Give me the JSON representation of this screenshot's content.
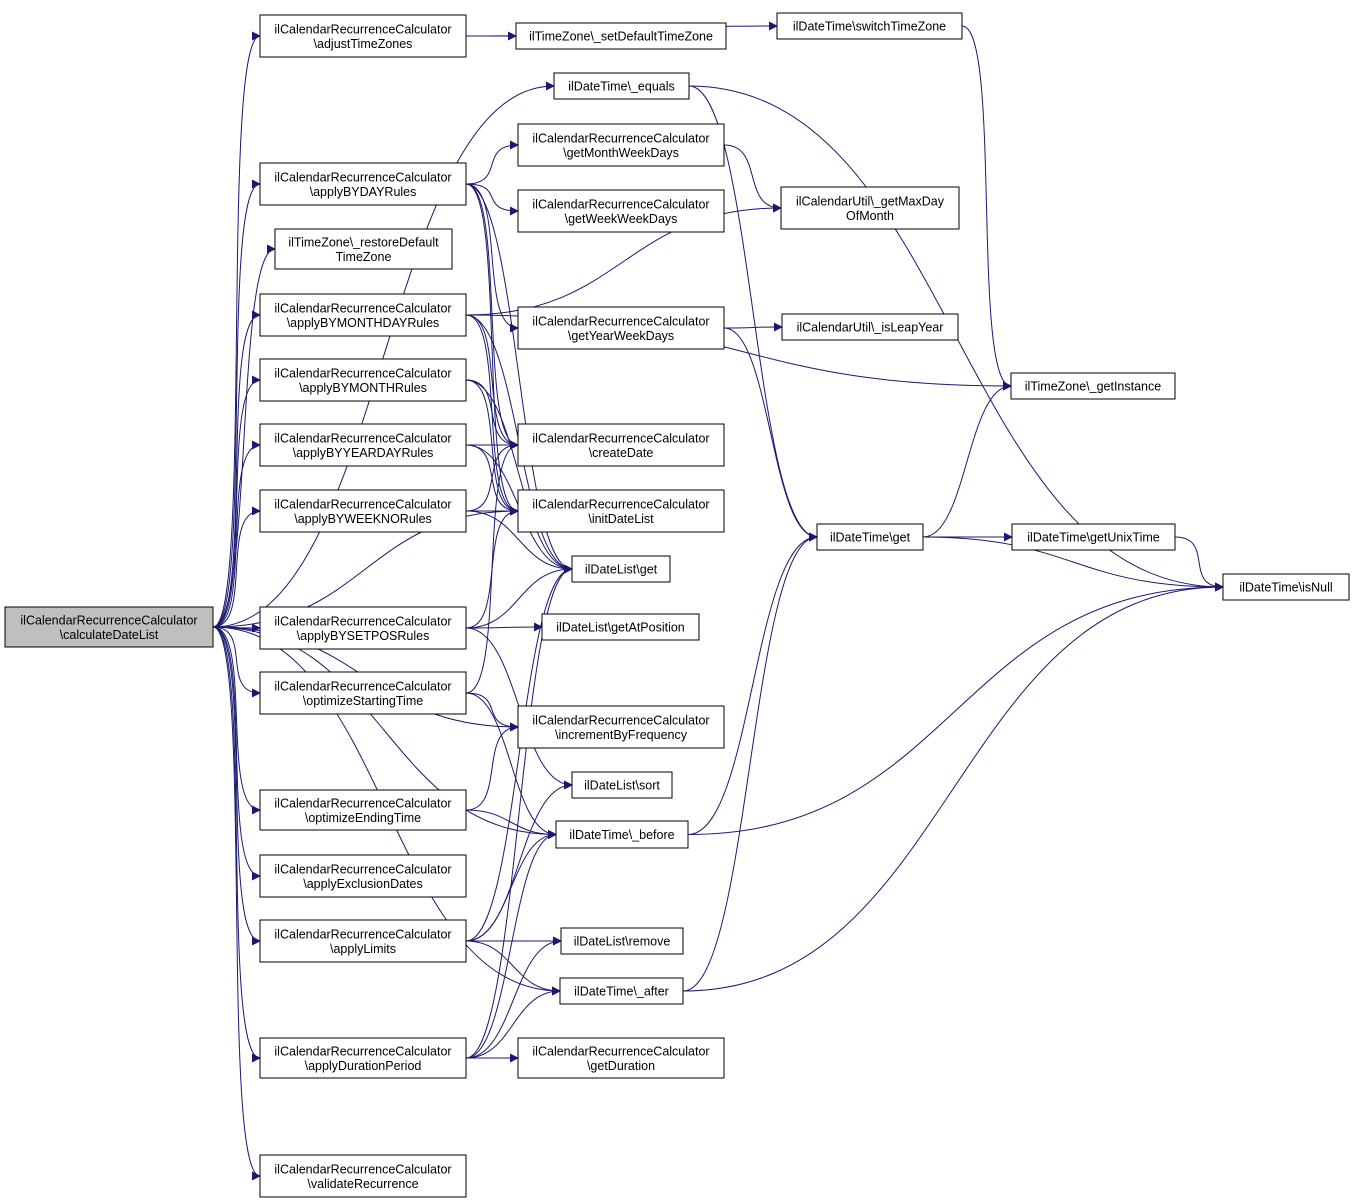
{
  "colors": {
    "edge": "#191970",
    "node_fill": "#ffffff",
    "root_fill": "#bfbfbf",
    "node_border": "#000000"
  },
  "nodes": [
    {
      "id": "calcDateList",
      "root": true,
      "lines": [
        "ilCalendarRecurrenceCalculator",
        "\\calculateDateList"
      ]
    },
    {
      "id": "adjustTZ",
      "lines": [
        "ilCalendarRecurrenceCalculator",
        "\\adjustTimeZones"
      ]
    },
    {
      "id": "setDefTZ",
      "lines": [
        "ilTimeZone\\_setDefaultTimeZone"
      ]
    },
    {
      "id": "switchTZ",
      "lines": [
        "ilDateTime\\switchTimeZone"
      ]
    },
    {
      "id": "dtEquals",
      "lines": [
        "ilDateTime\\_equals"
      ]
    },
    {
      "id": "getMonthWeekDays",
      "lines": [
        "ilCalendarRecurrenceCalculator",
        "\\getMonthWeekDays"
      ]
    },
    {
      "id": "byDay",
      "lines": [
        "ilCalendarRecurrenceCalculator",
        "\\applyBYDAYRules"
      ]
    },
    {
      "id": "getMaxDay",
      "lines": [
        "ilCalendarUtil\\_getMaxDay",
        "OfMonth"
      ]
    },
    {
      "id": "getWeekWeekDays",
      "lines": [
        "ilCalendarRecurrenceCalculator",
        "\\getWeekWeekDays"
      ]
    },
    {
      "id": "restoreTZ",
      "lines": [
        "ilTimeZone\\_restoreDefault",
        "TimeZone"
      ]
    },
    {
      "id": "byMonthDay",
      "lines": [
        "ilCalendarRecurrenceCalculator",
        "\\applyBYMONTHDAYRules"
      ]
    },
    {
      "id": "getYearWeekDays",
      "lines": [
        "ilCalendarRecurrenceCalculator",
        "\\getYearWeekDays"
      ]
    },
    {
      "id": "isLeapYear",
      "lines": [
        "ilCalendarUtil\\_isLeapYear"
      ]
    },
    {
      "id": "byMonth",
      "lines": [
        "ilCalendarRecurrenceCalculator",
        "\\applyBYMONTHRules"
      ]
    },
    {
      "id": "tzGetInstance",
      "lines": [
        "ilTimeZone\\_getInstance"
      ]
    },
    {
      "id": "byYearDay",
      "lines": [
        "ilCalendarRecurrenceCalculator",
        "\\applyBYYEARDAYRules"
      ]
    },
    {
      "id": "createDate",
      "lines": [
        "ilCalendarRecurrenceCalculator",
        "\\createDate"
      ]
    },
    {
      "id": "byWeekNo",
      "lines": [
        "ilCalendarRecurrenceCalculator",
        "\\applyBYWEEKNORules"
      ]
    },
    {
      "id": "initDateList",
      "lines": [
        "ilCalendarRecurrenceCalculator",
        "\\initDateList"
      ]
    },
    {
      "id": "dtGet",
      "lines": [
        "ilDateTime\\get"
      ]
    },
    {
      "id": "getUnixTime",
      "lines": [
        "ilDateTime\\getUnixTime"
      ]
    },
    {
      "id": "dlGet",
      "lines": [
        "ilDateList\\get"
      ]
    },
    {
      "id": "isNull",
      "lines": [
        "ilDateTime\\isNull"
      ]
    },
    {
      "id": "bySetPos",
      "lines": [
        "ilCalendarRecurrenceCalculator",
        "\\applyBYSETPOSRules"
      ]
    },
    {
      "id": "getAtPos",
      "lines": [
        "ilDateList\\getAtPosition"
      ]
    },
    {
      "id": "optStart",
      "lines": [
        "ilCalendarRecurrenceCalculator",
        "\\optimizeStartingTime"
      ]
    },
    {
      "id": "incByFreq",
      "lines": [
        "ilCalendarRecurrenceCalculator",
        "\\incrementByFrequency"
      ]
    },
    {
      "id": "dlSort",
      "lines": [
        "ilDateList\\sort"
      ]
    },
    {
      "id": "optEnd",
      "lines": [
        "ilCalendarRecurrenceCalculator",
        "\\optimizeEndingTime"
      ]
    },
    {
      "id": "dtBefore",
      "lines": [
        "ilDateTime\\_before"
      ]
    },
    {
      "id": "exclDates",
      "lines": [
        "ilCalendarRecurrenceCalculator",
        "\\applyExclusionDates"
      ]
    },
    {
      "id": "applyLimits",
      "lines": [
        "ilCalendarRecurrenceCalculator",
        "\\applyLimits"
      ]
    },
    {
      "id": "dlRemove",
      "lines": [
        "ilDateList\\remove"
      ]
    },
    {
      "id": "dtAfter",
      "lines": [
        "ilDateTime\\_after"
      ]
    },
    {
      "id": "durPeriod",
      "lines": [
        "ilCalendarRecurrenceCalculator",
        "\\applyDurationPeriod"
      ]
    },
    {
      "id": "getDuration",
      "lines": [
        "ilCalendarRecurrenceCalculator",
        "\\getDuration"
      ]
    },
    {
      "id": "validateRec",
      "lines": [
        "ilCalendarRecurrenceCalculator",
        "\\validateRecurrence"
      ]
    }
  ],
  "edges": [
    [
      "calcDateList",
      "adjustTZ"
    ],
    [
      "calcDateList",
      "dtEquals"
    ],
    [
      "calcDateList",
      "byDay"
    ],
    [
      "calcDateList",
      "restoreTZ"
    ],
    [
      "calcDateList",
      "byMonthDay"
    ],
    [
      "calcDateList",
      "byMonth"
    ],
    [
      "calcDateList",
      "byYearDay"
    ],
    [
      "calcDateList",
      "byWeekNo"
    ],
    [
      "calcDateList",
      "initDateList"
    ],
    [
      "calcDateList",
      "bySetPos"
    ],
    [
      "calcDateList",
      "optStart"
    ],
    [
      "calcDateList",
      "incByFreq"
    ],
    [
      "calcDateList",
      "optEnd"
    ],
    [
      "calcDateList",
      "exclDates"
    ],
    [
      "calcDateList",
      "applyLimits"
    ],
    [
      "calcDateList",
      "durPeriod"
    ],
    [
      "calcDateList",
      "validateRec"
    ],
    [
      "calcDateList",
      "dtBefore"
    ],
    [
      "calcDateList",
      "dtAfter"
    ],
    [
      "adjustTZ",
      "setDefTZ"
    ],
    [
      "adjustTZ",
      "switchTZ"
    ],
    [
      "switchTZ",
      "tzGetInstance"
    ],
    [
      "dtEquals",
      "dtGet"
    ],
    [
      "dtEquals",
      "isNull"
    ],
    [
      "byDay",
      "getMonthWeekDays"
    ],
    [
      "byDay",
      "getWeekWeekDays"
    ],
    [
      "byDay",
      "getYearWeekDays"
    ],
    [
      "byDay",
      "createDate"
    ],
    [
      "byDay",
      "initDateList"
    ],
    [
      "byDay",
      "dlGet"
    ],
    [
      "getMonthWeekDays",
      "getMaxDay"
    ],
    [
      "getYearWeekDays",
      "isLeapYear"
    ],
    [
      "getYearWeekDays",
      "dtGet"
    ],
    [
      "byMonthDay",
      "getMaxDay"
    ],
    [
      "byMonthDay",
      "tzGetInstance"
    ],
    [
      "byMonthDay",
      "createDate"
    ],
    [
      "byMonthDay",
      "initDateList"
    ],
    [
      "byMonthDay",
      "dlGet"
    ],
    [
      "byMonth",
      "createDate"
    ],
    [
      "byMonth",
      "initDateList"
    ],
    [
      "byMonth",
      "dlGet"
    ],
    [
      "byYearDay",
      "createDate"
    ],
    [
      "byYearDay",
      "initDateList"
    ],
    [
      "byYearDay",
      "dlGet"
    ],
    [
      "byWeekNo",
      "createDate"
    ],
    [
      "byWeekNo",
      "initDateList"
    ],
    [
      "byWeekNo",
      "dlGet"
    ],
    [
      "dtGet",
      "tzGetInstance"
    ],
    [
      "dtGet",
      "getUnixTime"
    ],
    [
      "dtGet",
      "isNull"
    ],
    [
      "getUnixTime",
      "isNull"
    ],
    [
      "bySetPos",
      "getAtPos"
    ],
    [
      "bySetPos",
      "dlGet"
    ],
    [
      "bySetPos",
      "initDateList"
    ],
    [
      "bySetPos",
      "dlSort"
    ],
    [
      "optStart",
      "createDate"
    ],
    [
      "optStart",
      "incByFreq"
    ],
    [
      "optStart",
      "dtBefore"
    ],
    [
      "optEnd",
      "incByFreq"
    ],
    [
      "optEnd",
      "dtBefore"
    ],
    [
      "dtBefore",
      "dtGet"
    ],
    [
      "dtBefore",
      "isNull"
    ],
    [
      "applyLimits",
      "dlSort"
    ],
    [
      "applyLimits",
      "dlGet"
    ],
    [
      "applyLimits",
      "dtBefore"
    ],
    [
      "applyLimits",
      "dlRemove"
    ],
    [
      "applyLimits",
      "dtAfter"
    ],
    [
      "dtAfter",
      "dtGet"
    ],
    [
      "dtAfter",
      "isNull"
    ],
    [
      "durPeriod",
      "getDuration"
    ],
    [
      "durPeriod",
      "dtAfter"
    ],
    [
      "durPeriod",
      "dtBefore"
    ],
    [
      "durPeriod",
      "dlRemove"
    ],
    [
      "durPeriod",
      "dlGet"
    ]
  ]
}
